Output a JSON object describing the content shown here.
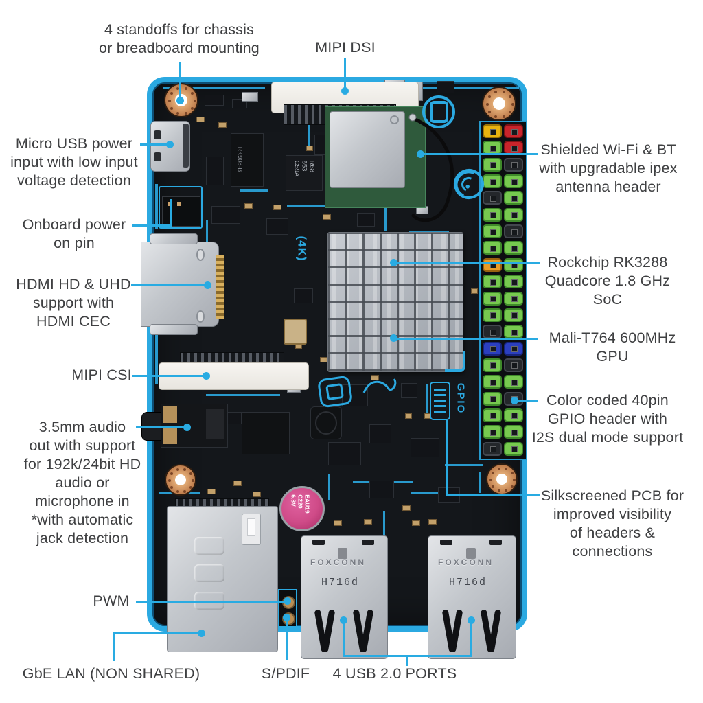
{
  "annotations": {
    "standoffs": "4 standoffs for chassis\nor breadboard mounting",
    "mipi_dsi": "MIPI DSI",
    "micro_usb": "Micro USB power\ninput with low input\nvoltage detection",
    "onboard_power": "Onboard power\non pin",
    "hdmi": "HDMI HD & UHD\nsupport with\nHDMI CEC",
    "mipi_csi": "MIPI CSI",
    "audio": "3.5mm audio\nout with support\nfor 192k/24bit HD\naudio or\nmicrophone in\n*with automatic\njack detection",
    "pwm": "PWM",
    "gbe_lan": "GbE LAN (NON SHARED)",
    "spdif": "S/PDIF",
    "usb_ports": "4 USB 2.0 PORTS",
    "wifi": "Shielded Wi-Fi & BT\nwith upgradable ipex\nantenna header",
    "soc": "Rockchip RK3288\nQuadcore 1.8 GHz SoC",
    "gpu": "Mali-T764 600MHz GPU",
    "gpio": "Color coded 40pin\nGPIO header with\nI2S dual mode support",
    "silkscreen": "Silkscreened PCB for\nimproved visibility\nof headers & connections"
  },
  "markings": {
    "usb_brand": "FOXCONN",
    "usb_model": "H716d",
    "capacitor": "EAU19\nC220\n6.3V",
    "pmic_chip": "RK908-B",
    "inductor": "R68\n653\nC59A",
    "silk_gpio": "GPIO",
    "silk_4k": "(4K)"
  },
  "colors": {
    "accent": "#29ABE2",
    "board_edge": "#2BA9E1",
    "label_text": "#3F4042",
    "pins": {
      "green": {
        "fill": "#77C94F",
        "edge": "#3F8A2A"
      },
      "red": {
        "fill": "#C8242B",
        "edge": "#7E1216"
      },
      "yellow": {
        "fill": "#E9B30F",
        "edge": "#9C7406"
      },
      "orange": {
        "fill": "#E89B27",
        "edge": "#9A6310"
      },
      "blue": {
        "fill": "#2B3FBF",
        "edge": "#17247A"
      },
      "black": {
        "fill": "#24272B",
        "edge": "#43474E"
      }
    }
  },
  "gpio": {
    "rows": [
      [
        "yellow",
        "red"
      ],
      [
        "green",
        "red"
      ],
      [
        "green",
        "black"
      ],
      [
        "green",
        "green"
      ],
      [
        "black",
        "green"
      ],
      [
        "green",
        "green"
      ],
      [
        "green",
        "black"
      ],
      [
        "green",
        "green"
      ],
      [
        "orange",
        "green"
      ],
      [
        "green",
        "green"
      ],
      [
        "green",
        "green"
      ],
      [
        "green",
        "green"
      ],
      [
        "black",
        "green"
      ],
      [
        "blue",
        "blue"
      ],
      [
        "green",
        "black"
      ],
      [
        "green",
        "green"
      ],
      [
        "green",
        "black"
      ],
      [
        "green",
        "green"
      ],
      [
        "green",
        "green"
      ],
      [
        "black",
        "green"
      ]
    ]
  }
}
